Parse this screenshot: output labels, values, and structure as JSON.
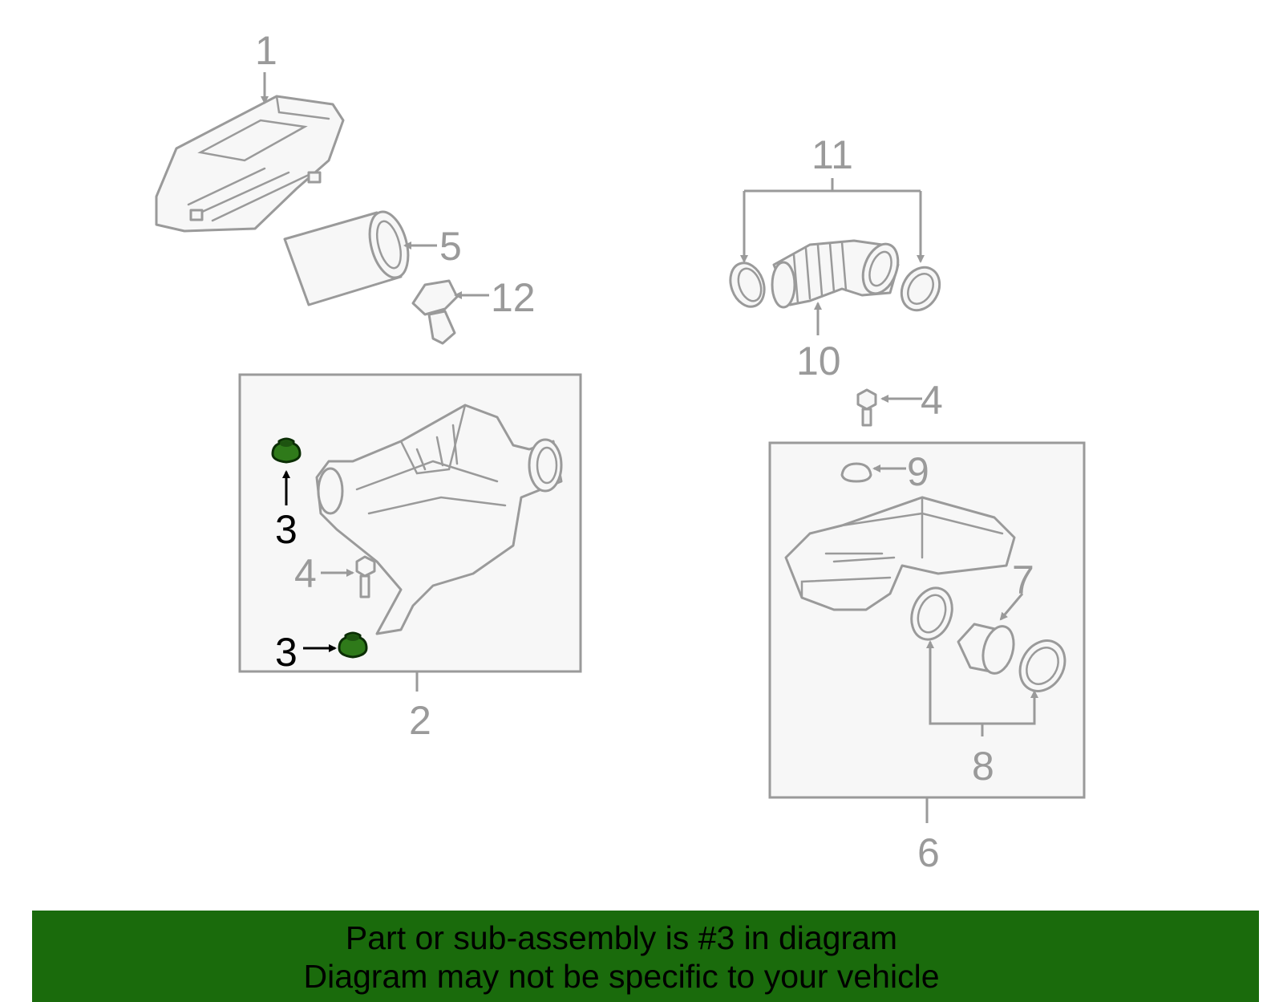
{
  "diagram": {
    "callouts": {
      "p1": "1",
      "p2": "2",
      "p3a": "3",
      "p3b": "3",
      "p4a": "4",
      "p4b": "4",
      "p5": "5",
      "p6": "6",
      "p7": "7",
      "p8": "8",
      "p9": "9",
      "p10": "10",
      "p11": "11",
      "p12": "12"
    },
    "highlight_color": "#2f7a1a"
  },
  "footer": {
    "line1": "Part or sub-assembly is #3 in diagram",
    "line2": "Diagram may not be specific to your vehicle",
    "background": "#1a6b0c"
  }
}
